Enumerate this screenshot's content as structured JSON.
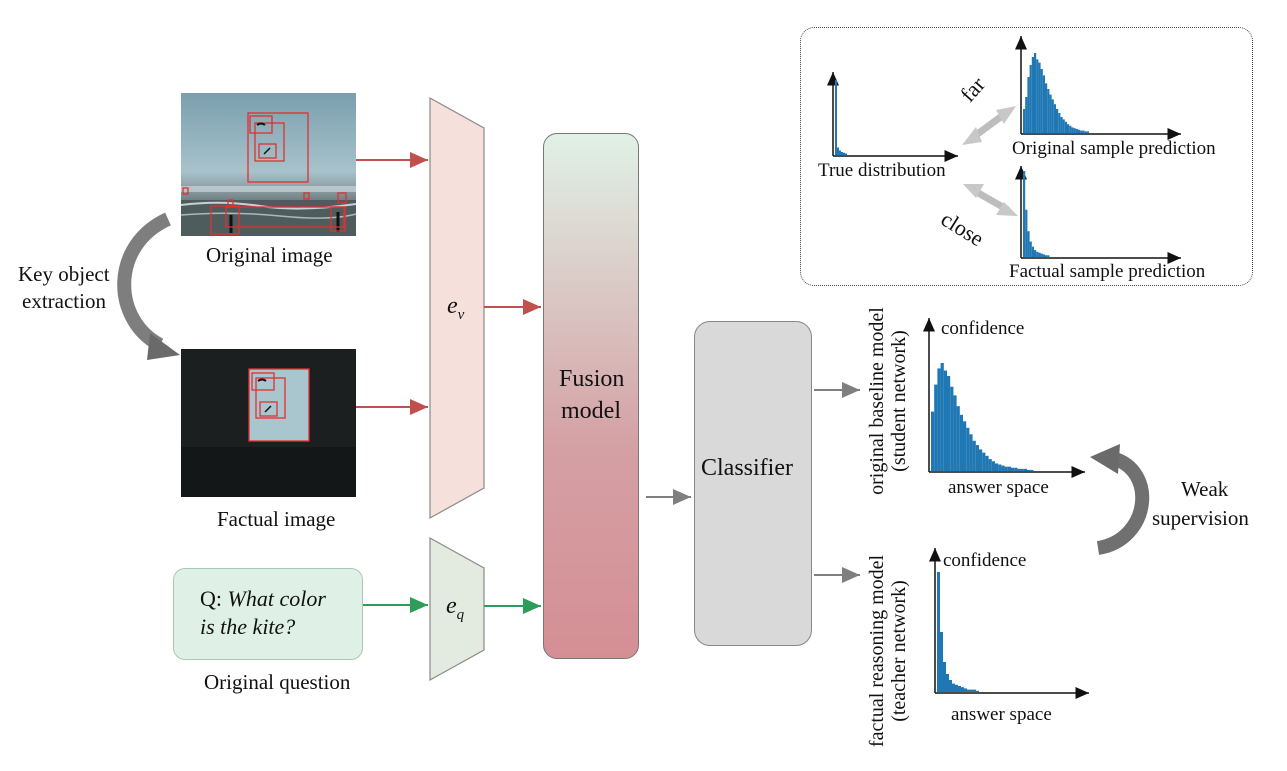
{
  "labels": {
    "original_image": "Original image",
    "factual_image": "Factual image",
    "key_object_line1": "Key object",
    "key_object_line2": "extraction",
    "q_prefix": "Q: ",
    "question_line1": "What color",
    "question_line2": "is the kite?",
    "original_question": "Original question",
    "ev_base": "e",
    "ev_sub": "v",
    "eq_base": "e",
    "eq_sub": "q",
    "fusion_line1": "Fusion",
    "fusion_line2": "model",
    "classifier": "Classifier",
    "true_distribution": "True distribution",
    "original_sample_prediction": "Original sample prediction",
    "factual_sample_prediction": "Factual sample prediction",
    "far": "far",
    "close": "close",
    "confidence_top": "confidence",
    "answer_space_top": "answer space",
    "confidence_bottom": "confidence",
    "answer_space_bottom": "answer space",
    "student_line1": "original baseline model",
    "student_line2": "(student network)",
    "teacher_line1": "factual reasoning model",
    "teacher_line2": "(teacher network)",
    "weak_line1": "Weak",
    "weak_line2": "supervision"
  },
  "colors": {
    "red_arrow": "#c0504d",
    "green_arrow": "#2e9c5a",
    "gray_arrow": "#7f7f7f",
    "bar": "#1f77b4",
    "ev_fill": "#f6e0dc",
    "eq_fill": "#e3ebe0",
    "box_red": "#e03030"
  },
  "histograms": {
    "true_distribution": [
      1,
      0.1,
      0.06,
      0.04,
      0.03,
      0.02
    ],
    "original_prediction": [
      0.3,
      0.45,
      0.7,
      0.85,
      0.95,
      1,
      0.92,
      0.88,
      0.8,
      0.72,
      0.62,
      0.55,
      0.48,
      0.42,
      0.36,
      0.3,
      0.25,
      0.2,
      0.17,
      0.14,
      0.11,
      0.09,
      0.07,
      0.06,
      0.05,
      0.04,
      0.03,
      0.03,
      0.02,
      0.02
    ],
    "factual_prediction": [
      1,
      0.55,
      0.3,
      0.18,
      0.12,
      0.08,
      0.06,
      0.05,
      0.04,
      0.03,
      0.02,
      0.02
    ],
    "student": [
      0.55,
      0.8,
      0.95,
      1,
      0.93,
      0.88,
      0.78,
      0.7,
      0.6,
      0.52,
      0.46,
      0.4,
      0.34,
      0.28,
      0.24,
      0.2,
      0.17,
      0.14,
      0.11,
      0.09,
      0.07,
      0.06,
      0.05,
      0.04,
      0.04,
      0.03,
      0.03,
      0.02,
      0.02,
      0.02,
      0.01,
      0.01
    ],
    "teacher": [
      1,
      0.5,
      0.25,
      0.15,
      0.1,
      0.07,
      0.06,
      0.05,
      0.04,
      0.03,
      0.02,
      0.02,
      0.02,
      0.01
    ]
  }
}
